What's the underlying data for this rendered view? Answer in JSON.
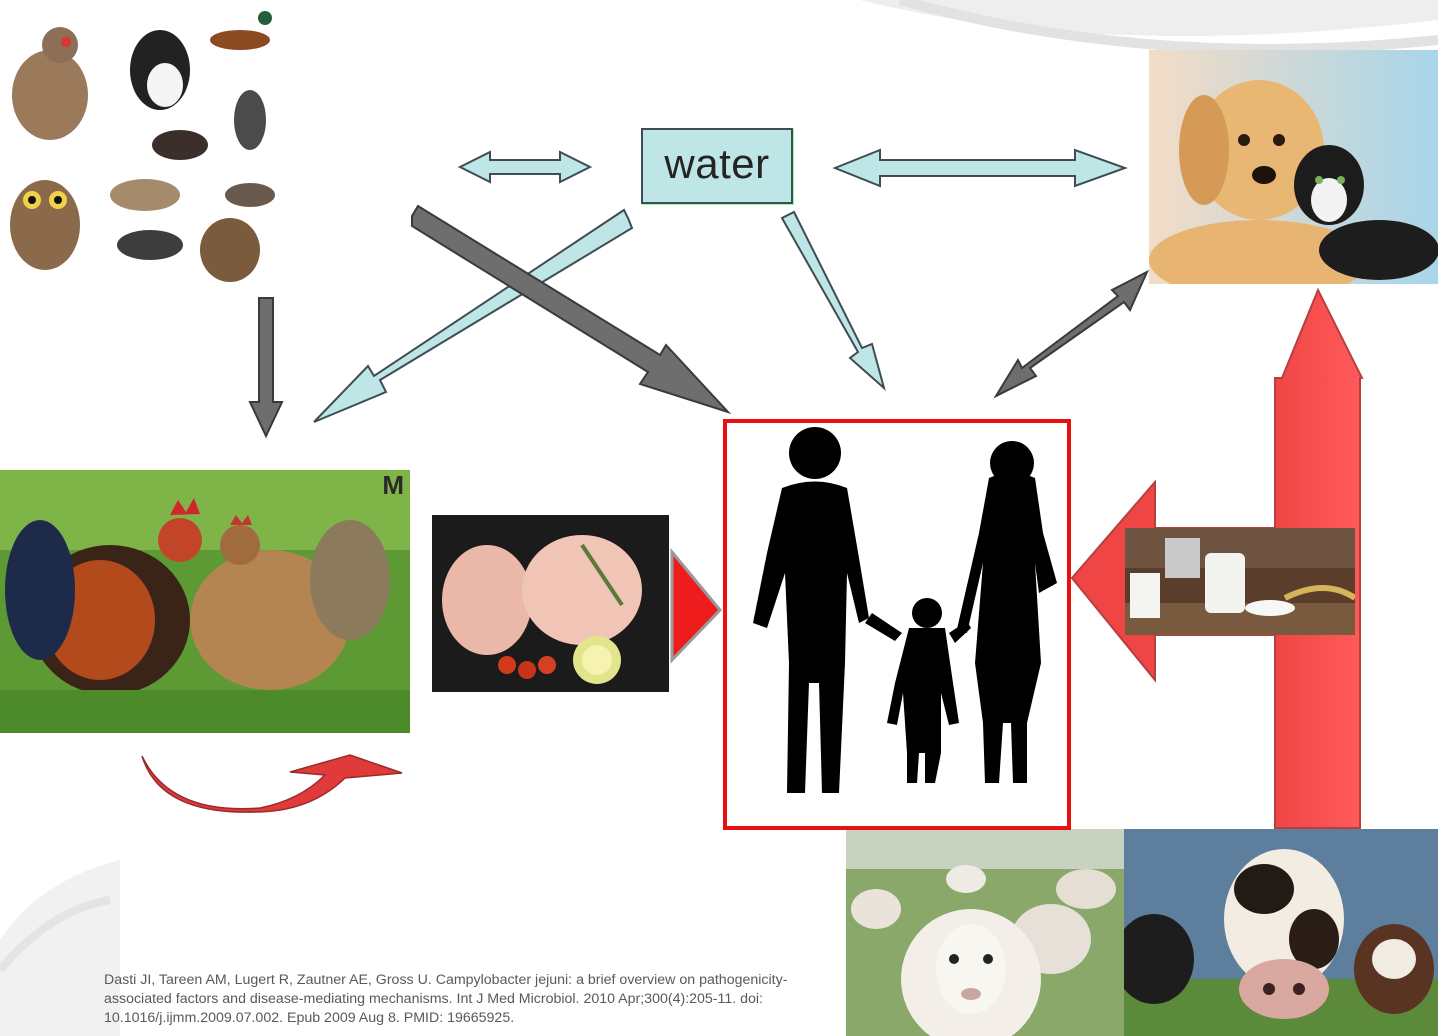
{
  "diagram": {
    "water_label": "water",
    "citation": "Dasti JI, Tareen AM, Lugert R, Zautner AE, Gross U. Campylobacter jejuni: a brief overview on pathogenicity-associated factors and disease-mediating mechanisms. Int J Med Microbiol. 2010 Apr;300(4):205-11. doi: 10.1016/j.ijmm.2009.07.002. Epub 2009 Aug 8. PMID: 19665925.",
    "photo_logo_text": "M",
    "nodes": [
      {
        "id": "wild-birds",
        "icon": "wild-birds-photo"
      },
      {
        "id": "water",
        "icon": "water-box"
      },
      {
        "id": "pets",
        "icon": "dog-and-cat-photo"
      },
      {
        "id": "poultry",
        "icon": "chickens-photo"
      },
      {
        "id": "poultry-meat",
        "icon": "raw-chicken-photo"
      },
      {
        "id": "humans",
        "icon": "family-silhouette"
      },
      {
        "id": "dairy",
        "icon": "milk-products-photo"
      },
      {
        "id": "sheep",
        "icon": "sheep-photo"
      },
      {
        "id": "cattle",
        "icon": "cows-photo"
      }
    ],
    "colors": {
      "water_arrow": "#bfe6e7",
      "dark_arrow": "#6e6e6e",
      "red_arrow": "#f04545",
      "family_border": "#e81010"
    }
  }
}
